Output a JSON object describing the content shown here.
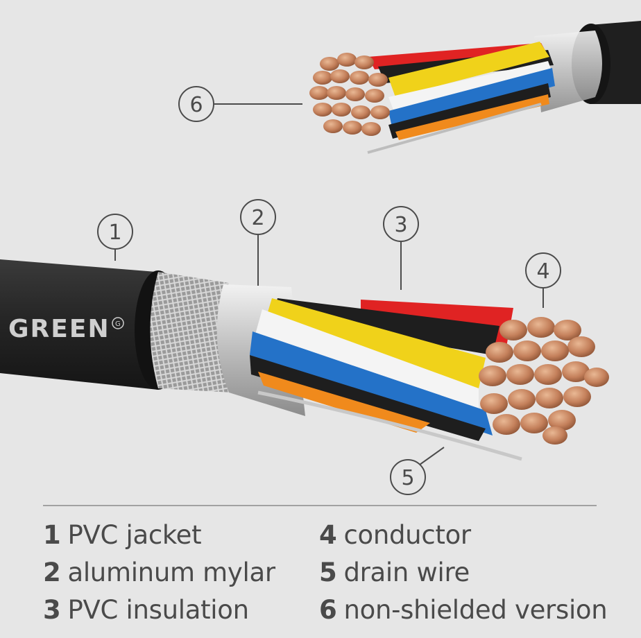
{
  "brand": {
    "logo_text": "GREEN",
    "logo_mark": "G"
  },
  "callouts": [
    {
      "number": "1",
      "label": "PVC jacket"
    },
    {
      "number": "2",
      "label": "aluminum mylar"
    },
    {
      "number": "3",
      "label": "PVC insulation"
    },
    {
      "number": "4",
      "label": "conductor"
    },
    {
      "number": "5",
      "label": "drain wire"
    },
    {
      "number": "6",
      "label": "non-shielded version"
    }
  ],
  "colors": {
    "background": "#e6e6e6",
    "jacket": "#2b2b2b",
    "copper": "#c98a63",
    "wire_red": "#e02323",
    "wire_yellow": "#f0d21a",
    "wire_white": "#f4f4f4",
    "wire_blue": "#2472c8",
    "wire_black": "#1e1e1e",
    "wire_orange": "#f08a1c",
    "text": "#4a4a4a"
  }
}
